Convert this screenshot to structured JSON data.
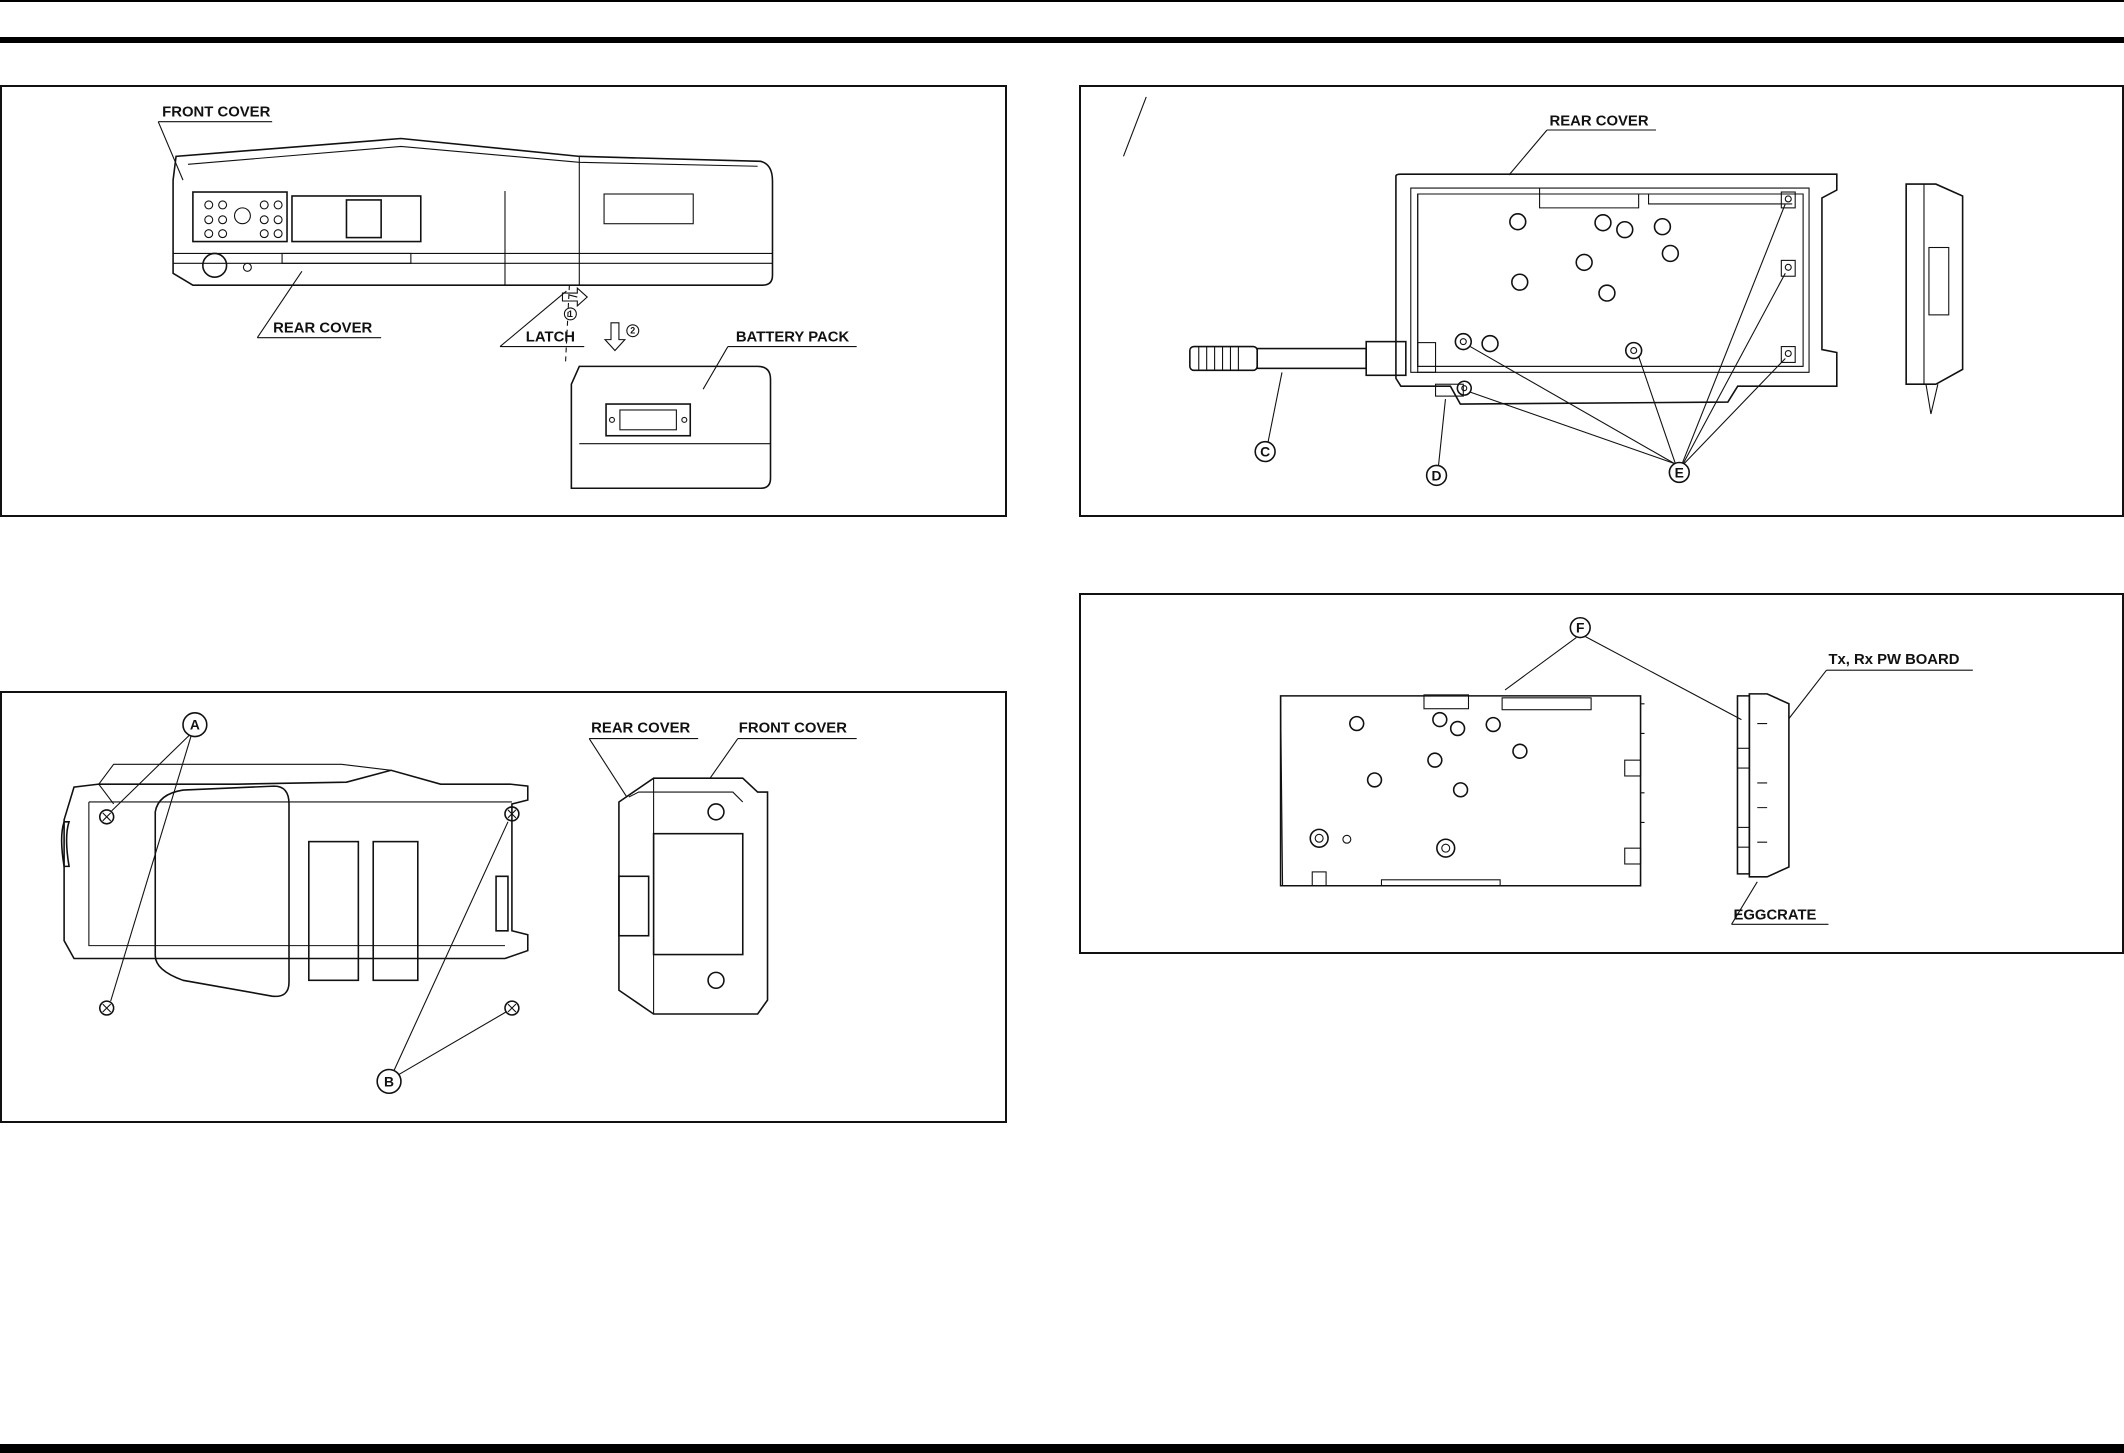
{
  "panel1": {
    "front_cover": "FRONT COVER",
    "rear_cover": "REAR COVER",
    "latch": "LATCH",
    "battery_pack": "BATTERY PACK",
    "step1": "1",
    "step2": "2"
  },
  "panel2": {
    "callout_a": "A",
    "callout_b": "B",
    "rear_cover": "REAR COVER",
    "front_cover": "FRONT COVER"
  },
  "panel3": {
    "rear_cover": "REAR COVER",
    "callout_c": "C",
    "callout_d": "D",
    "callout_e": "E"
  },
  "panel4": {
    "callout_f": "F",
    "board": "Tx, Rx PW BOARD",
    "eggcrate": "EGGCRATE"
  }
}
